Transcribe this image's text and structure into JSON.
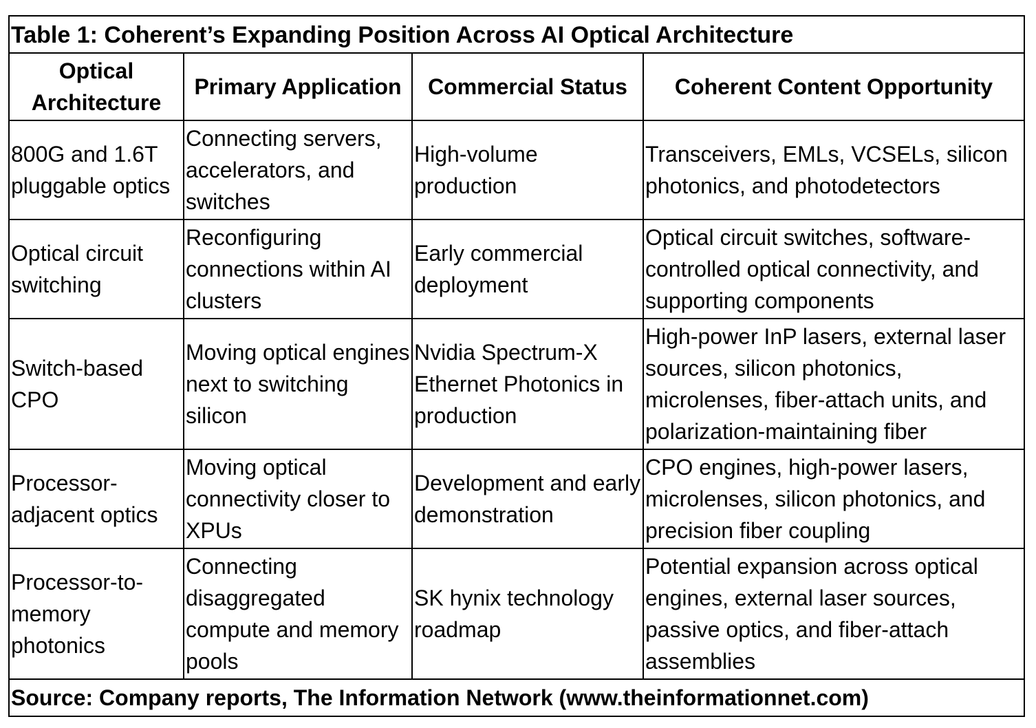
{
  "table": {
    "title": "Table 1: Coherent’s Expanding Position Across AI Optical Architecture",
    "headers": [
      "Optical Architecture",
      "Primary Application",
      "Commercial Status",
      "Coherent Content Opportunity"
    ],
    "rows": [
      [
        "800G and 1.6T pluggable optics",
        "Connecting servers, accelerators, and switches",
        "High-volume production",
        "Transceivers, EMLs, VCSELs, silicon photonics, and photodetectors"
      ],
      [
        "Optical circuit switching",
        "Reconfiguring connections within AI clusters",
        "Early commercial deployment",
        "Optical circuit switches, software-controlled optical connectivity, and supporting components"
      ],
      [
        "Switch-based CPO",
        "Moving optical engines next to switching silicon",
        "Nvidia Spectrum-X Ethernet Photonics in production",
        "High-power InP lasers, external laser sources, silicon photonics, microlenses, fiber-attach units, and polarization-maintaining fiber"
      ],
      [
        "Processor-adjacent optics",
        "Moving optical connectivity closer to XPUs",
        "Development and early demonstration",
        "CPO engines, high-power lasers, microlenses, silicon photonics, and precision fiber coupling"
      ],
      [
        "Processor-to-memory photonics",
        "Connecting disaggregated compute and memory pools",
        "SK hynix technology roadmap",
        "Potential expansion across optical engines, external laser sources, passive optics, and fiber-attach assemblies"
      ]
    ],
    "source": "Source: Company reports, The Information Network (www.theinformationnet.com)"
  }
}
